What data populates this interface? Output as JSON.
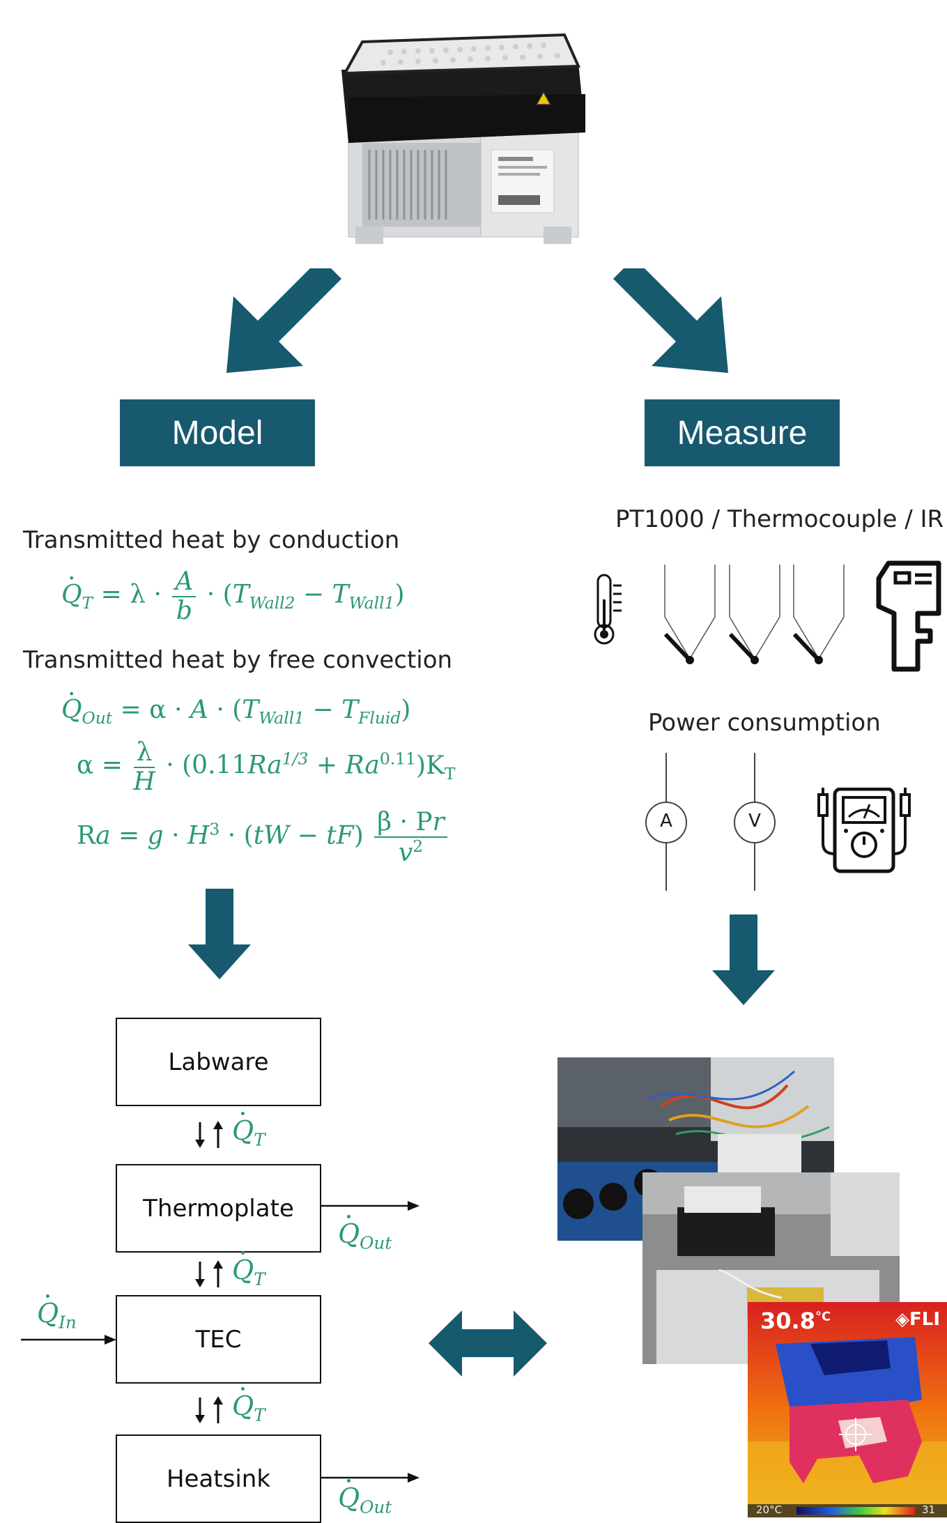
{
  "labels": {
    "model": "Model",
    "measure": "Measure"
  },
  "model_section": {
    "conduction_title": "Transmitted heat by conduction",
    "convection_title": "Transmitted heat by free convection"
  },
  "measure_section": {
    "sensors_title": "PT1000 / Thermocouple / IR",
    "power_title": "Power consumption",
    "ammeter_label": "A",
    "voltmeter_label": "V"
  },
  "blocks": {
    "labware": "Labware",
    "thermoplate": "Thermoplate",
    "tec": "TEC",
    "heatsink": "Heatsink"
  },
  "ir_image": {
    "temperature": "30.8",
    "unit": "°C",
    "brand": "FLI",
    "scale_min": "20°C",
    "scale_max": "31"
  },
  "colors": {
    "accent": "#17596f",
    "formula": "#2a9877"
  }
}
